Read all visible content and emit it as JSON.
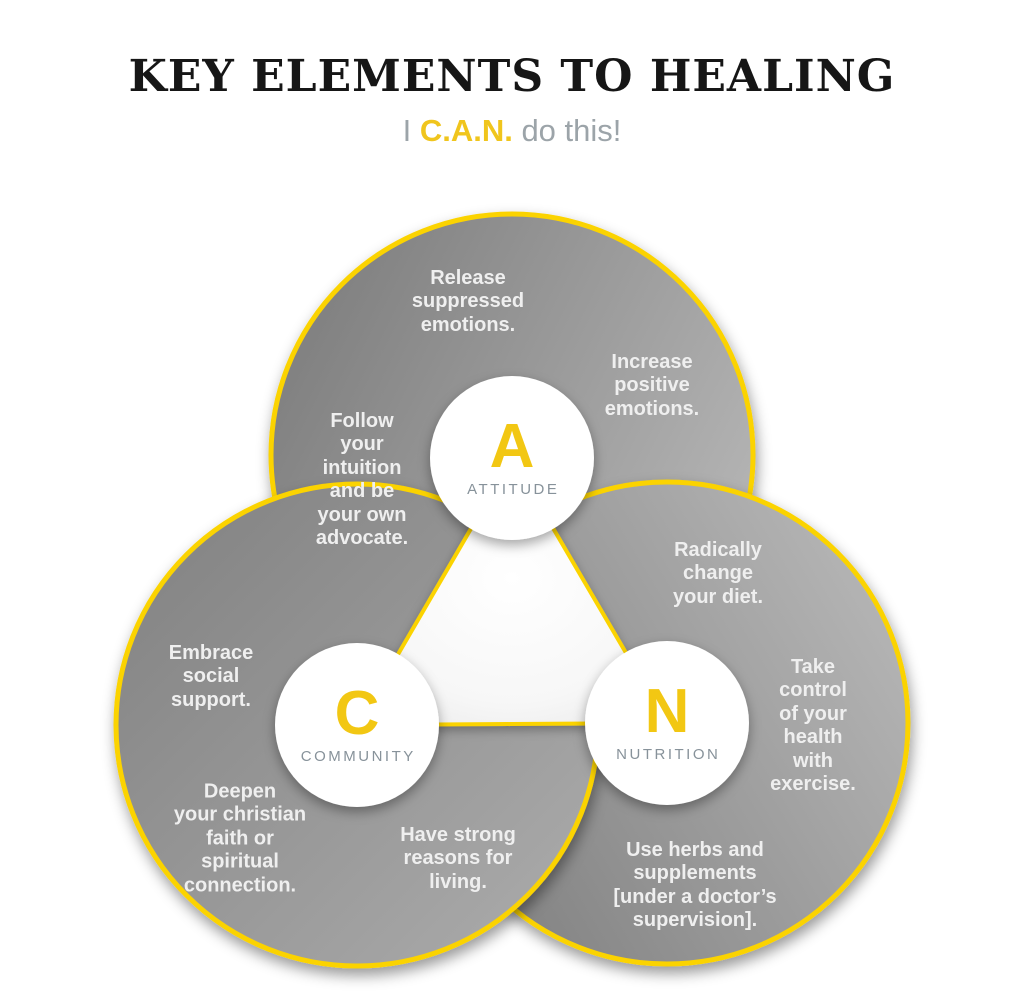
{
  "header": {
    "title": "KEY ELEMENTS TO HEALING",
    "subtitle_prefix": "I ",
    "subtitle_acronym": "C.A.N.",
    "subtitle_suffix": " do this!"
  },
  "diagram": {
    "circles": [
      {
        "id": "attitude",
        "letter": "A",
        "label": "ATTITUDE",
        "notes": [
          "Release\nsuppressed\nemotions.",
          "Increase\npositive\nemotions.",
          "Follow\nyour\nintuition\nand be\nyour own\nadvocate."
        ]
      },
      {
        "id": "community",
        "letter": "C",
        "label": "COMMUNITY",
        "notes": [
          "Embrace\nsocial\nsupport.",
          "Deepen\nyour christian\nfaith or\nspiritual\nconnection.",
          "Have strong\nreasons for\nliving."
        ]
      },
      {
        "id": "nutrition",
        "letter": "N",
        "label": "NUTRITION",
        "notes": [
          "Radically\nchange\nyour diet.",
          "Take\ncontrol\nof your\nhealth\nwith\nexercise.",
          "Use herbs and\nsupplements\n[under a doctor’s\nsupervision]."
        ]
      }
    ]
  },
  "colors": {
    "circle_border_yellow": "#FBD304",
    "accent_yellow": "#F2C713",
    "hub_label_gray": "#87929A",
    "subtitle_gray": "#9CA4A9",
    "title_black": "#161616",
    "note_text": "#EFEFEF",
    "circle_gray_dark": "#7E7E7E",
    "circle_gray_light": "#B7B7B7"
  }
}
